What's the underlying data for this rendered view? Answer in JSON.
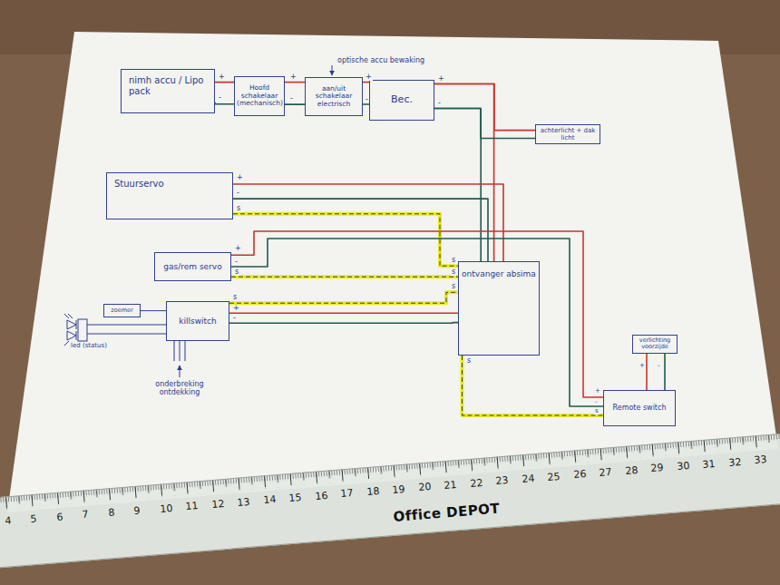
{
  "diagram": {
    "nodes": [
      {
        "text": [
          "nimh accu / Lipo pack"
        ]
      },
      {
        "text": [
          "Hoofd schakelaar (mechanisch)"
        ]
      },
      {
        "text": [
          "aan/uit schakelaar electrisch"
        ]
      },
      {
        "text": [
          "Bec."
        ]
      },
      {
        "text": [
          "achterlicht + dak licht"
        ]
      },
      {
        "text": [
          "Stuurservo"
        ]
      },
      {
        "text": [
          "gas/rem servo"
        ]
      },
      {
        "text": [
          "ontvanger absima"
        ]
      },
      {
        "text": [
          "zoemer"
        ]
      },
      {
        "text": [
          "killswitch"
        ]
      },
      {
        "text": [
          "verlichting voorzijde"
        ]
      },
      {
        "text": [
          "Remote switch"
        ]
      }
    ],
    "edges": [
      {
        "from": 0,
        "to": 1,
        "arrow": "none"
      },
      {
        "from": 0,
        "to": 1,
        "arrow": "none"
      },
      {
        "from": 1,
        "to": 2,
        "arrow": "none"
      },
      {
        "from": 1,
        "to": 2,
        "arrow": "none"
      },
      {
        "from": 2,
        "to": 3,
        "arrow": "none"
      },
      {
        "from": 2,
        "to": 3,
        "arrow": "none"
      },
      {
        "from": 3,
        "to": 7,
        "arrow": "none"
      },
      {
        "from": 3,
        "to": 7,
        "arrow": "none"
      },
      {
        "from": 3,
        "to": 4,
        "arrow": "none"
      },
      {
        "from": 3,
        "to": 4,
        "arrow": "none"
      },
      {
        "from": 5,
        "to": 7,
        "arrow": "none"
      },
      {
        "from": 5,
        "to": 7,
        "arrow": "none"
      },
      {
        "from": 5,
        "to": 7,
        "arrow": "none"
      },
      {
        "from": 6,
        "to": 11,
        "arrow": "none"
      },
      {
        "from": 6,
        "to": 11,
        "arrow": "none"
      },
      {
        "from": 6,
        "to": 7,
        "arrow": "none"
      },
      {
        "from": 9,
        "to": 7,
        "arrow": "none"
      },
      {
        "from": 9,
        "to": 7,
        "arrow": "none"
      },
      {
        "from": 9,
        "to": 7,
        "arrow": "none"
      },
      {
        "from": 7,
        "to": 11,
        "arrow": "none"
      },
      {
        "from": 11,
        "to": 10,
        "arrow": "none"
      },
      {
        "from": 11,
        "to": 10,
        "arrow": "none"
      },
      {
        "from": 8,
        "to": 9,
        "arrow": "none"
      }
    ],
    "labels": [
      "optische accu bewaking",
      "led (status)",
      "onderbreking ontdekking",
      "+",
      "-",
      "+",
      "-",
      "+",
      "-",
      "+",
      "-",
      "+",
      "-",
      "s",
      "+",
      "-",
      "s",
      "s",
      "+",
      "-",
      "s",
      "s",
      "s",
      "s",
      "+",
      "-",
      "s",
      "+",
      "-",
      "4",
      "5",
      "6",
      "7",
      "8",
      "9",
      "10",
      "11",
      "12",
      "13",
      "14",
      "15",
      "16",
      "17",
      "18",
      "19",
      "20",
      "21",
      "22",
      "23",
      "24",
      "25",
      "26",
      "27",
      "28",
      "29",
      "30",
      "31",
      "32",
      "33",
      "Office DEPOT"
    ]
  }
}
